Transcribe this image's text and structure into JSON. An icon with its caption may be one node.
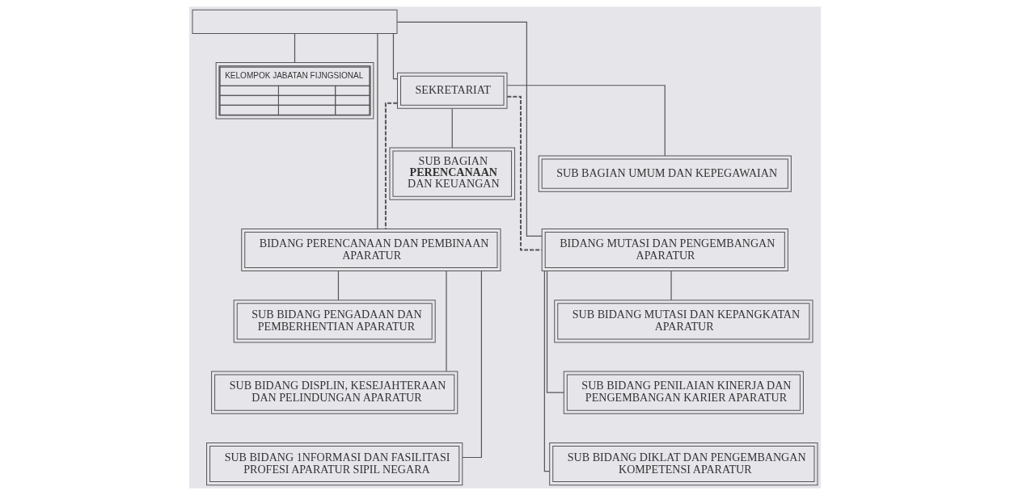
{
  "diagram": {
    "nodes": [
      {
        "text": [],
        "shape": "box"
      },
      {
        "text": [
          "KELOMPOK JABATAN FIJNGSIONAL"
        ]
      },
      {
        "text": [
          "SEKRETARIAT"
        ]
      },
      {
        "text": [
          "SUB BAGIAN UMUM DAN KEPEGAWAIAN"
        ]
      },
      {
        "text": [
          "SUB BAGIAN **PERENCANAAN** DAN KEUANGAN"
        ]
      },
      {
        "text": [
          "BIDANG PERENCANAAN DAN PEMBINAAN APARATUR"
        ]
      },
      {
        "text": [
          "BIDANG MUTASI DAN PENGEMBANGAN APARATUR"
        ]
      },
      {
        "text": [
          "SUB BIDANG PENGADAAN DAN PEMBERHENTIAN APARATUR"
        ]
      },
      {
        "text": [
          "SUB BIDANG DISPLIN, KESEJAHTERAAN DAN PELINDUNGAN APARATUR"
        ]
      },
      {
        "text": [
          "SUB BIDANG 1NFORMASI DAN FASILITASI PROFESI APARATUR SIPIL NEGARA"
        ]
      },
      {
        "text": [
          "SUB BIDANG MUTASI DAN KEPANGKATAN APARATUR"
        ]
      },
      {
        "text": [
          "SUB BIDANG PENILAIAN KINERJA DAN PENGEMBANGAN KARIER APARATUR"
        ]
      },
      {
        "text": [
          "SUB BIDANG DIKLAT DAN PENGEMBANGAN KOMPETENSI APARATUR"
        ]
      }
    ],
    "edges": [
      {
        "from": 0,
        "to": 1,
        "arrow": "none"
      },
      {
        "from": 0,
        "to": 2,
        "arrow": "none"
      },
      {
        "from": 2,
        "to": 3,
        "arrow": "none"
      },
      {
        "from": 2,
        "to": 4,
        "arrow": "none"
      },
      {
        "from": 0,
        "to": 5,
        "arrow": "none"
      },
      {
        "from": 0,
        "to": 6,
        "arrow": "none"
      },
      {
        "from": 2,
        "to": 5,
        "arrow": "none",
        "style": "dashed"
      },
      {
        "from": 2,
        "to": 6,
        "arrow": "none",
        "style": "dashed"
      },
      {
        "from": 5,
        "to": 7,
        "arrow": "none"
      },
      {
        "from": 5,
        "to": 8,
        "arrow": "none"
      },
      {
        "from": 5,
        "to": 9,
        "arrow": "none"
      },
      {
        "from": 6,
        "to": 10,
        "arrow": "none"
      },
      {
        "from": 6,
        "to": 11,
        "arrow": "none"
      },
      {
        "from": 6,
        "to": 12,
        "arrow": "none"
      }
    ]
  }
}
